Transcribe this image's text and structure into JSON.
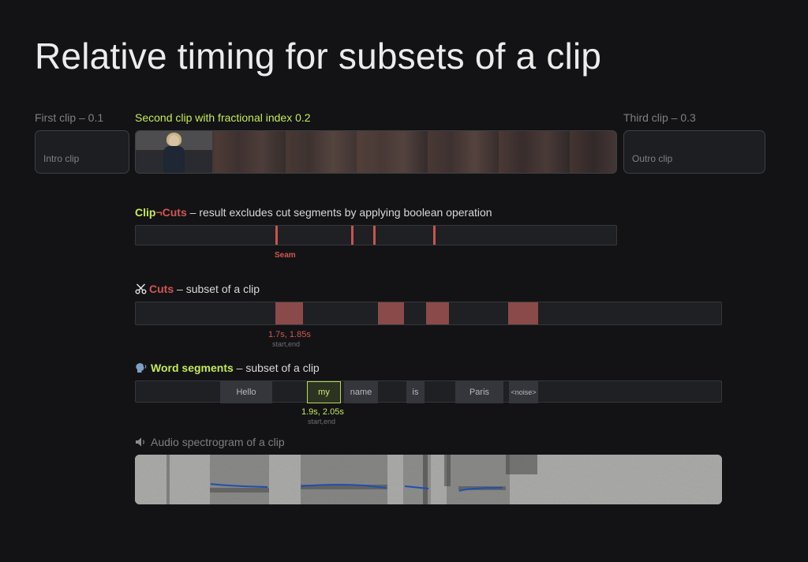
{
  "title": "Relative timing for subsets of a clip",
  "clips": {
    "first": {
      "label": "First clip – 0.1",
      "box_label": "Intro clip"
    },
    "second": {
      "label": "Second clip with fractional index 0.2"
    },
    "third": {
      "label": "Third clip – 0.3",
      "box_label": "Outro clip"
    }
  },
  "boolean_section": {
    "clip": "Clip",
    "not": "¬",
    "cuts": "Cuts",
    "rest": " – result excludes cut segments by applying boolean operation",
    "seam_label": "Seam"
  },
  "cuts_section": {
    "icon": "scissors-icon",
    "name": "Cuts",
    "rest": " – subset of a clip",
    "time_value": "1.7s, 1.85s",
    "time_caption": "start,end"
  },
  "words_section": {
    "icon": "speaking-head-icon",
    "name": "Word segments",
    "rest": " – subset of a clip",
    "words": [
      "Hello",
      "my",
      "name",
      "is",
      "Paris",
      "<noise>"
    ],
    "time_value": "1.9s, 2.05s",
    "time_caption": "start,end"
  },
  "audio_section": {
    "icon": "speaker-icon",
    "label": "Audio spectrogram of a clip"
  },
  "colors": {
    "background": "#131315",
    "accent_lime": "#c5ea5a",
    "accent_red": "#cf5654",
    "cut_fill": "#8a4a49",
    "pitch_line": "#1f4fb0"
  }
}
